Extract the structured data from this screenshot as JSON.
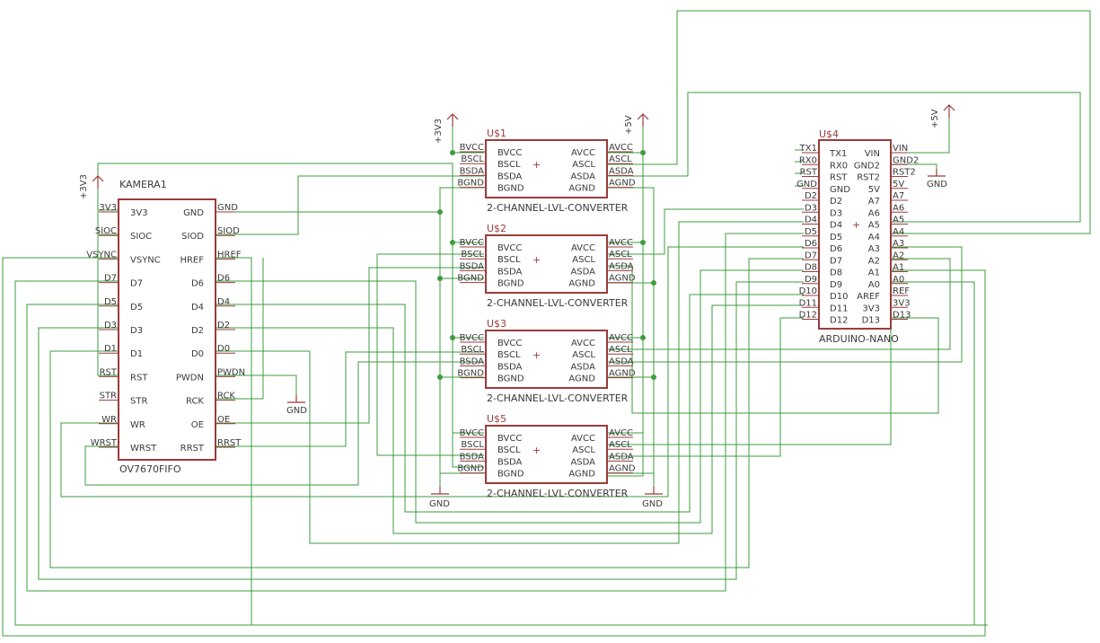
{
  "camera": {
    "name": "KAMERA1",
    "value": "OV7670FIFO",
    "left_pins": [
      "3V3",
      "SIOC",
      "VSYNC",
      "D7",
      "D5",
      "D3",
      "D1",
      "RST",
      "STR",
      "WR",
      "WRST"
    ],
    "right_pins": [
      "GND",
      "SIOD",
      "HREF",
      "D6",
      "D4",
      "D2",
      "D0",
      "PWDN",
      "RCK",
      "OE",
      "RRST"
    ],
    "left_nets": [
      "3V3",
      "SIOC",
      "VSYNC",
      "D7",
      "D5",
      "D3",
      "D1",
      "RST",
      "STR",
      "WR",
      "WRST"
    ],
    "right_nets": [
      "GND",
      "SIOD",
      "HREF",
      "D6",
      "D4",
      "D2",
      "D0",
      "PWDN",
      "RCK",
      "OE",
      "RRST"
    ]
  },
  "converters": [
    {
      "name": "U$1",
      "value": "2-CHANNEL-LVL-CONVERTER"
    },
    {
      "name": "U$2",
      "value": "2-CHANNEL-LVL-CONVERTER"
    },
    {
      "name": "U$3",
      "value": "2-CHANNEL-LVL-CONVERTER"
    },
    {
      "name": "U$5",
      "value": "2-CHANNEL-LVL-CONVERTER"
    }
  ],
  "converter_pins": {
    "left": [
      "BVCC",
      "BSCL",
      "BSDA",
      "BGND"
    ],
    "right": [
      "AVCC",
      "ASCL",
      "ASDA",
      "AGND"
    ]
  },
  "arduino": {
    "name": "U$4",
    "value": "ARDUINO-NANO",
    "left_pins": [
      "TX1",
      "RX0",
      "RST",
      "GND",
      "D2",
      "D3",
      "D4",
      "D5",
      "D6",
      "D7",
      "D8",
      "D9",
      "D10",
      "D11",
      "D12"
    ],
    "right_pins": [
      "VIN",
      "GND2",
      "RST2",
      "5V",
      "A7",
      "A6",
      "A5",
      "A4",
      "A3",
      "A2",
      "A1",
      "A0",
      "AREF",
      "3V3",
      "D13"
    ],
    "left_nets": [
      "TX1",
      "RX0",
      "RST",
      "GND",
      "D2",
      "D3",
      "D4",
      "D5",
      "D6",
      "D7",
      "D8",
      "D9",
      "D10",
      "D11",
      "D12"
    ],
    "right_nets": [
      "VIN",
      "GND2",
      "RST2",
      "5V",
      "A7",
      "A6",
      "A5",
      "A4",
      "A3",
      "A2",
      "A1",
      "A0",
      "REF",
      "3V3",
      "D13"
    ]
  },
  "supplies": {
    "p3v3_a": "+3V3",
    "p3v3_b": "+3V3",
    "p5v_a": "+5V",
    "p5v_b": "+5V",
    "gnd_cam": "GND",
    "gnd_ard": "GND",
    "gnd_left": "GND",
    "gnd_right": "GND"
  },
  "colors": {
    "wire": "#3f9b3f",
    "part": "#9b3b3b",
    "text": "#3a3a3a"
  }
}
